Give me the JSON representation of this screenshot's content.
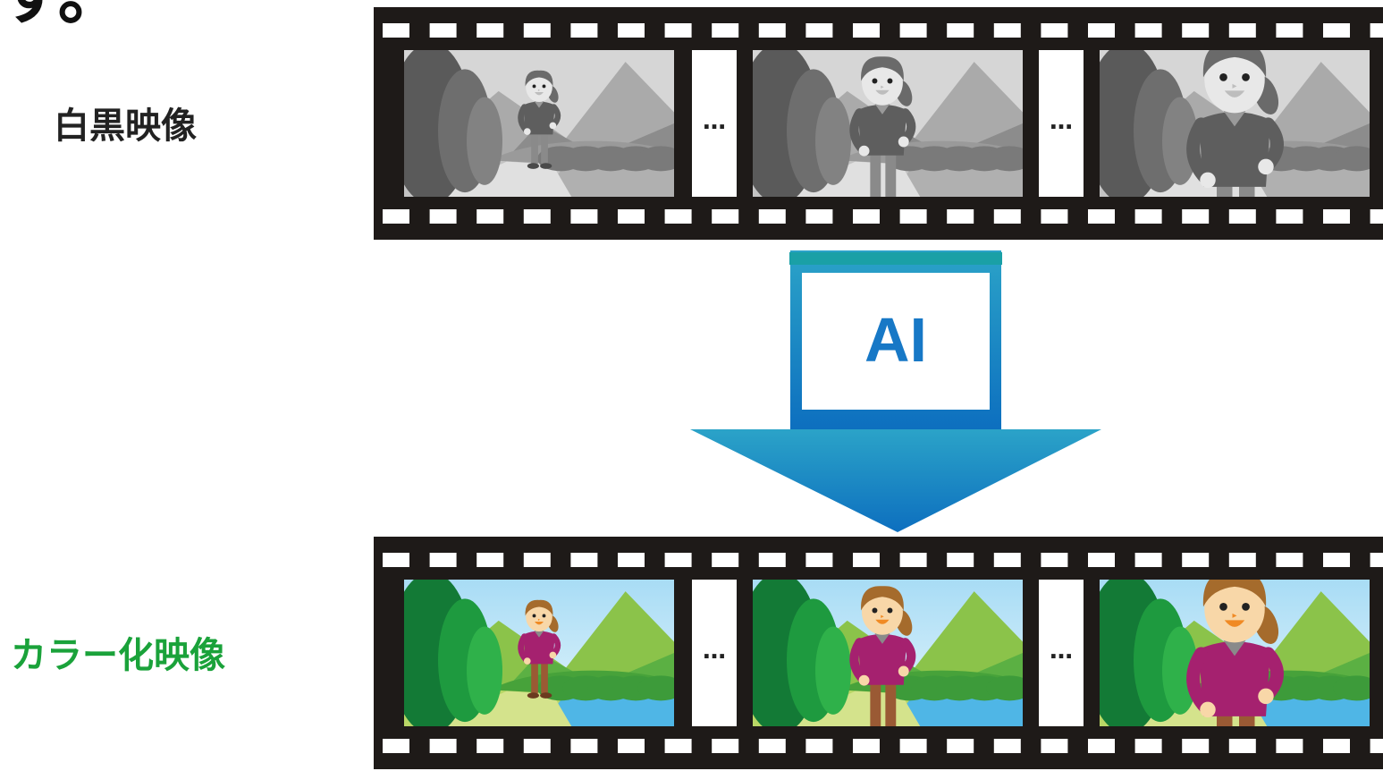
{
  "corner_fragment": "す。",
  "top_label": "白黒映像",
  "bottom_label": "カラー化映像",
  "ai_box": {
    "label": "AI"
  },
  "ellipsis": "…",
  "colors": {
    "bw_label": "#222222",
    "color_label": "#1aa23a",
    "ai_text": "#1778c6",
    "ai_frame": "#1aa0a6",
    "arrow_top": "#2ba3c8",
    "arrow_bottom": "#0d6fbf",
    "film": "#1e1a18"
  }
}
